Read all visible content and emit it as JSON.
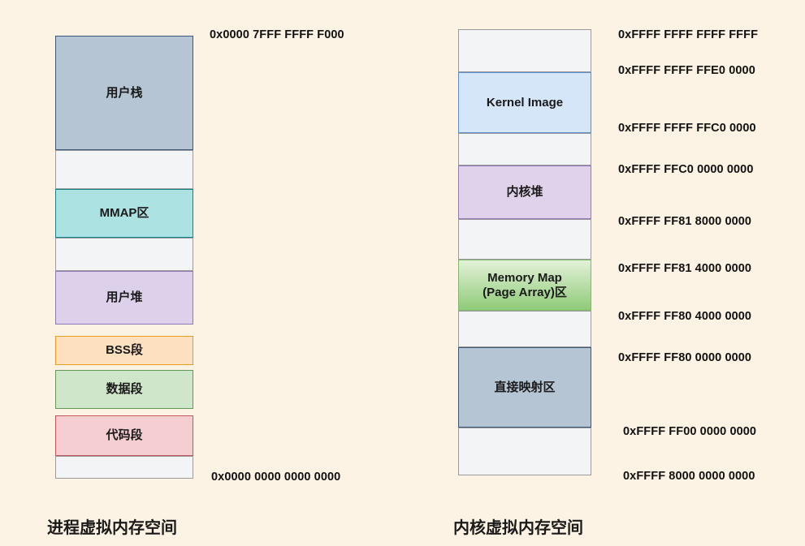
{
  "background_color": "#fdf3e4",
  "process_diagram": {
    "caption": "进程虚拟内存空间",
    "top_address": "0x0000 7FFF FFFF F000",
    "bottom_address": "0x0000 0000 0000 0000",
    "blocks": [
      {
        "label": "用户栈",
        "fill": "#b6c5d4",
        "stroke": "#3b587a",
        "kind": "region"
      },
      {
        "label": "",
        "fill": "#f3f4f6",
        "stroke": "#9b9b9b",
        "kind": "gap"
      },
      {
        "label": "MMAP区",
        "fill": "#ade2e2",
        "stroke": "#13868c",
        "kind": "region"
      },
      {
        "label": "",
        "fill": "#f3f4f6",
        "stroke": "#9b9b9b",
        "kind": "gap"
      },
      {
        "label": "用户堆",
        "fill": "#ddd0ea",
        "stroke": "#8e78b8",
        "kind": "region"
      },
      {
        "label": "BSS段",
        "fill": "#fce0c0",
        "stroke": "#e0a01c",
        "kind": "region"
      },
      {
        "label": "数据段",
        "fill": "#cfe6cb",
        "stroke": "#5f9b55",
        "kind": "region"
      },
      {
        "label": "代码段",
        "fill": "#f4ced0",
        "stroke": "#c0585e",
        "kind": "region"
      },
      {
        "label": "",
        "fill": "#f3f4f6",
        "stroke": "#9b9b9b",
        "kind": "gap"
      }
    ]
  },
  "kernel_diagram": {
    "caption": "内核虚拟内存空间",
    "blocks": [
      {
        "label": "",
        "fill": "#f3f4f6",
        "stroke": "#9b9b9b",
        "kind": "gap"
      },
      {
        "label": "Kernel Image",
        "fill": "#d6e6f9",
        "stroke": "#5b8fc9",
        "kind": "region"
      },
      {
        "label": "",
        "fill": "#f3f4f6",
        "stroke": "#9b9b9b",
        "kind": "gap"
      },
      {
        "label": "内核堆",
        "fill": "#e0d2ea",
        "stroke": "#9478b6",
        "kind": "region"
      },
      {
        "label": "",
        "fill": "#f3f4f6",
        "stroke": "#9b9b9b",
        "kind": "gap"
      },
      {
        "label": "Memory Map\n(Page Array)区",
        "fill": "#8fcb78",
        "stroke": "#7fb96b",
        "kind": "region-gradient"
      },
      {
        "label": "",
        "fill": "#f3f4f6",
        "stroke": "#9b9b9b",
        "kind": "gap"
      },
      {
        "label": "直接映射区",
        "fill": "#b6c5d4",
        "stroke": "#3b587a",
        "kind": "region"
      },
      {
        "label": "",
        "fill": "#f3f4f6",
        "stroke": "#9b9b9b",
        "kind": "gap"
      }
    ],
    "addresses": [
      "0xFFFF FFFF FFFF FFFF",
      "0xFFFF FFFF FFE0 0000",
      "0xFFFF FFFF FFC0 0000",
      "0xFFFF FFC0 0000 0000",
      "0xFFFF FF81 8000 0000",
      "0xFFFF FF81 4000 0000",
      "0xFFFF FF80 4000 0000",
      "0xFFFF FF80 0000 0000",
      "0xFFFF FF00 0000 0000",
      "0xFFFF 8000 0000 0000"
    ]
  }
}
